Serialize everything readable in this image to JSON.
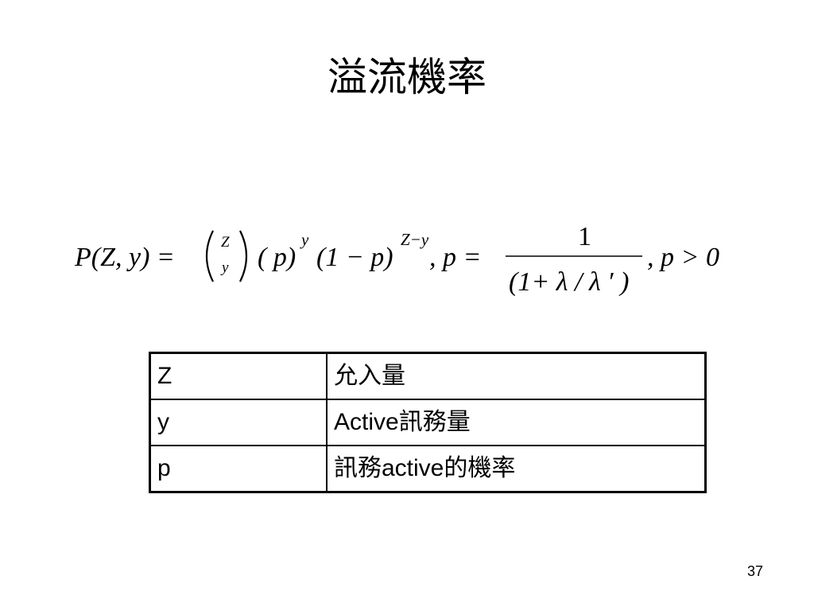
{
  "slide": {
    "title": "溢流機率",
    "page_number": "37"
  },
  "formula": {
    "lhs": "P(Z, y) =",
    "binom_top": "Z",
    "binom_bottom": "y",
    "term_p": "( p)",
    "exp_y": "y",
    "term_one_minus_p": "(1 − p)",
    "exp_z_minus_y": "Z−y",
    "p_equals": ", p =",
    "numerator": "1",
    "denominator": "(1+ λ / λ ′ )",
    "condition": ", p > 0"
  },
  "table": {
    "rows": [
      {
        "symbol": "Z",
        "meaning": "允入量"
      },
      {
        "symbol": "y",
        "meaning": "Active訊務量"
      },
      {
        "symbol": "p",
        "meaning": "訊務active的機率"
      }
    ]
  }
}
